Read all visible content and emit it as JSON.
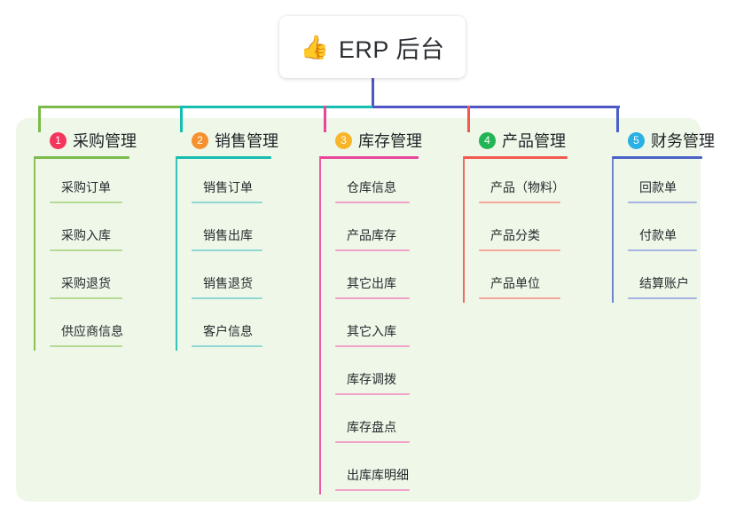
{
  "root": {
    "icon": "thumbs-up-icon",
    "icon_glyph": "👍",
    "title": "ERP 后台"
  },
  "theme": {
    "panel_bg": "#eef7e8",
    "page_bg": "#ffffff",
    "root_stem": "#4f56c4",
    "text": "#1f2326"
  },
  "branches": [
    {
      "number": "1",
      "title": "采购管理",
      "badge_color": "#f4365e",
      "rule_color": "#7cbb4a",
      "line_color": "#8cc152",
      "leaf_rule_color": "#b6d994",
      "connector_color": "#7cbb4a",
      "items": [
        "采购订单",
        "采购入库",
        "采购退货",
        "供应商信息"
      ]
    },
    {
      "number": "2",
      "title": "销售管理",
      "badge_color": "#f5922f",
      "rule_color": "#17bdb0",
      "line_color": "#35c4ba",
      "leaf_rule_color": "#8fd9d3",
      "connector_color": "#17bdb0",
      "items": [
        "销售订单",
        "销售出库",
        "销售退货",
        "客户信息"
      ]
    },
    {
      "number": "3",
      "title": "库存管理",
      "badge_color": "#f8b52c",
      "rule_color": "#e8469a",
      "line_color": "#ec5aa4",
      "leaf_rule_color": "#f0a3c9",
      "connector_color": "#e8469a",
      "items": [
        "仓库信息",
        "产品库存",
        "其它出库",
        "其它入库",
        "库存调拨",
        "库存盘点",
        "出库库明细"
      ]
    },
    {
      "number": "4",
      "title": "产品管理",
      "badge_color": "#22b455",
      "rule_color": "#f2594f",
      "line_color": "#f46a5e",
      "leaf_rule_color": "#f6a79e",
      "connector_color": "#f2594f",
      "items": [
        "产品（物料）",
        "产品分类",
        "产品单位"
      ]
    },
    {
      "number": "5",
      "title": "财务管理",
      "badge_color": "#29b0e5",
      "rule_color": "#4a62c8",
      "line_color": "#6f84d6",
      "leaf_rule_color": "#a6b4e4",
      "connector_color": "#4a62c8",
      "items": [
        "回款单",
        "付款单",
        "结算账户"
      ]
    }
  ],
  "bus": {
    "segments": [
      {
        "name": "segment-green",
        "color": "#7cbb4a"
      },
      {
        "name": "segment-teal",
        "color": "#17bdb0"
      },
      {
        "name": "segment-indigo",
        "color": "#4f56c4"
      }
    ]
  }
}
